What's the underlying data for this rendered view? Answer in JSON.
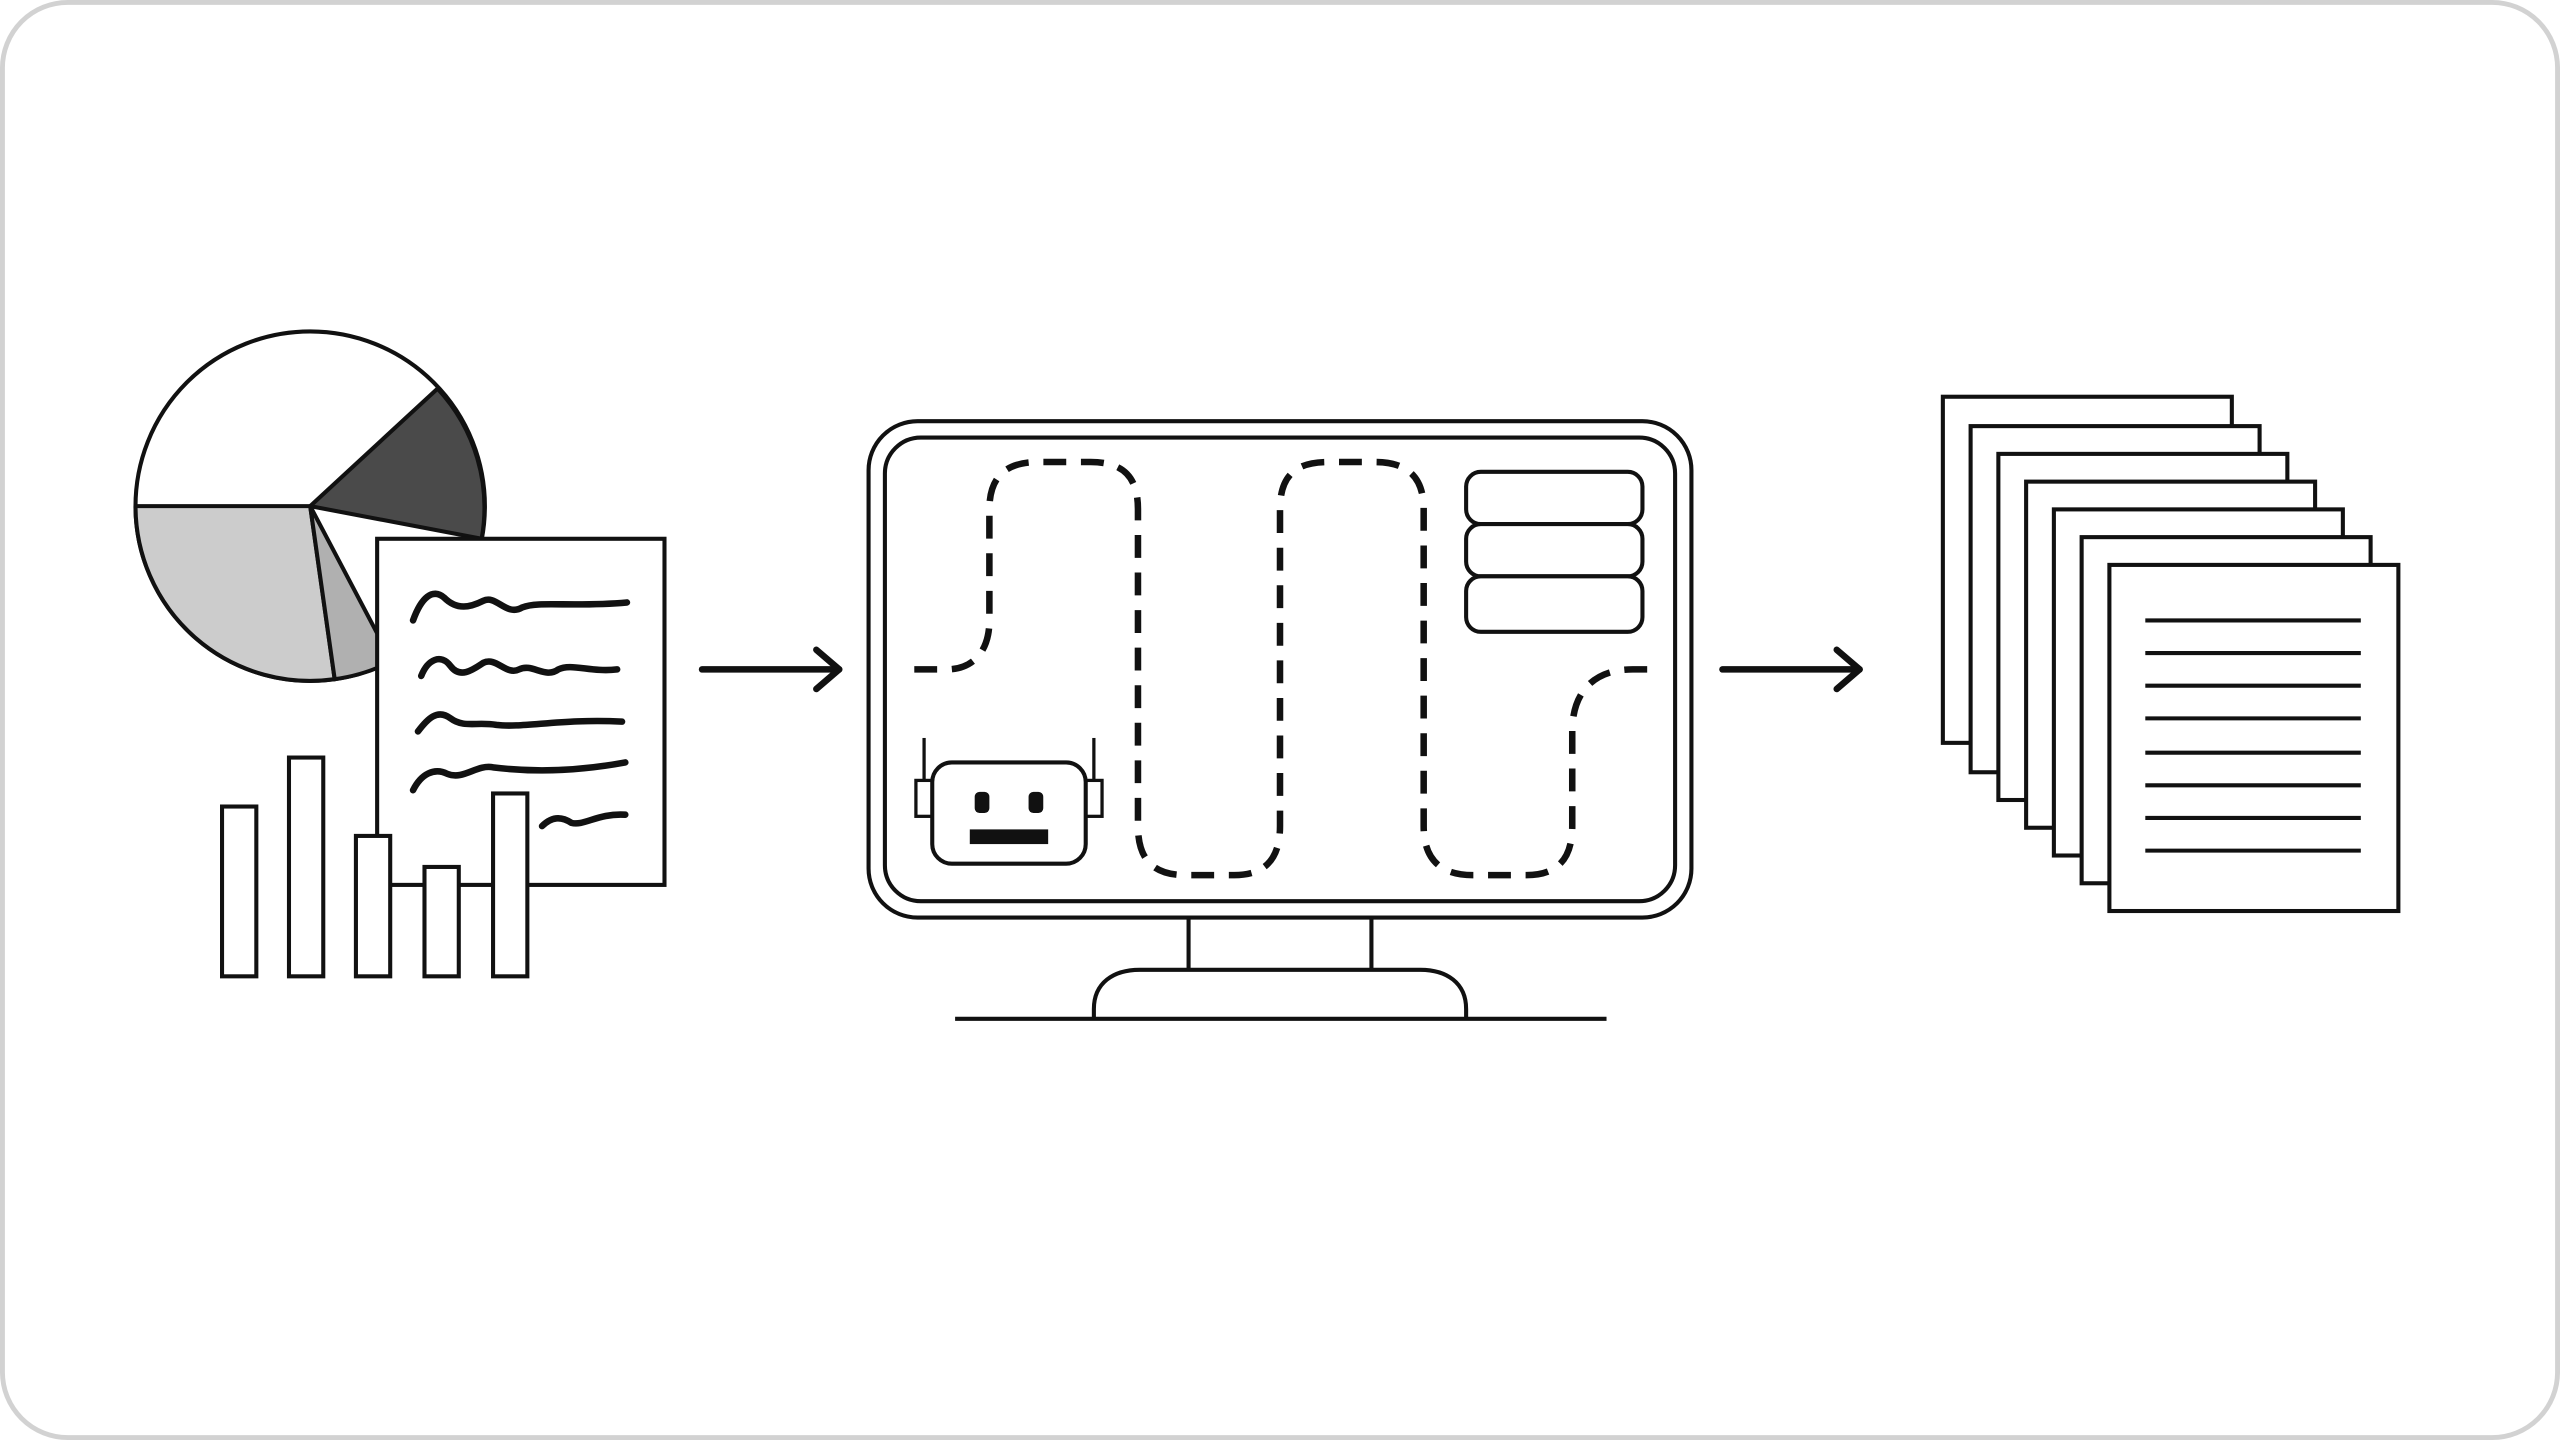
{
  "diagram": {
    "stages": [
      {
        "name": "source-data",
        "icons": [
          "pie-chart-icon",
          "bar-chart-icon",
          "text-document-icon"
        ]
      },
      {
        "name": "automated-processing",
        "icons": [
          "monitor-icon",
          "robot-icon",
          "dashed-path-icon",
          "stacked-blocks-icon"
        ]
      },
      {
        "name": "generated-documents",
        "icons": [
          "document-stack-icon"
        ]
      }
    ],
    "connectors": [
      "arrow-right-icon",
      "arrow-right-icon"
    ],
    "document_stack_count": 7
  },
  "colors": {
    "stroke": "#111111",
    "background": "#ffffff",
    "frame_border": "#d2d2d2",
    "pie_dark": "#4a4a4a",
    "pie_light": "#cccccc",
    "pie_mid": "#b0b0b0"
  }
}
